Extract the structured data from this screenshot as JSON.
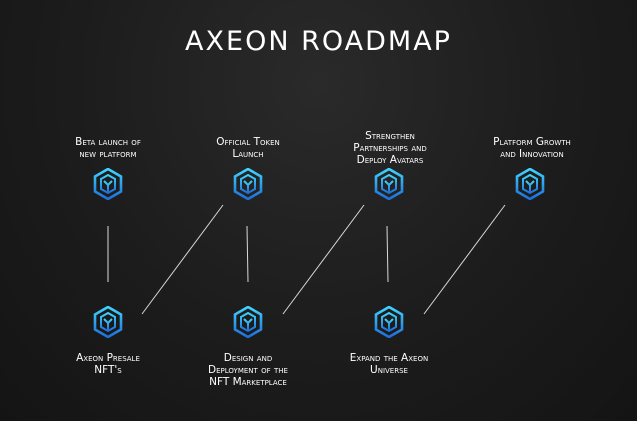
{
  "header": {
    "title": "AXEON ROADMAP"
  },
  "colors": {
    "background": "#1c1c1c",
    "accent_light": "#33c8f5",
    "accent_dark": "#1e6fd9",
    "connector": "#d9d9d9"
  },
  "milestones": {
    "beta_launch": {
      "label": "Beta launch of\nnew platform",
      "icon": "axeon-hexagon-icon"
    },
    "official_token": {
      "label": "Official Token\nLaunch",
      "icon": "axeon-hexagon-icon"
    },
    "strengthen_partnerships": {
      "label": "Strengthen\nPartnerships and\nDeploy Avatars",
      "icon": "axeon-hexagon-icon"
    },
    "platform_growth": {
      "label": "Platform Growth\nand Innovation",
      "icon": "axeon-hexagon-icon"
    },
    "presale_nfts": {
      "label": "Axeon Presale\nNFT's",
      "icon": "axeon-hexagon-icon"
    },
    "nft_marketplace": {
      "label": "Design and\nDeployment of the\nNFT Marketplace",
      "icon": "axeon-hexagon-icon"
    },
    "expand_universe": {
      "label": "Expand the Axeon\nUniverse",
      "icon": "axeon-hexagon-icon"
    }
  }
}
